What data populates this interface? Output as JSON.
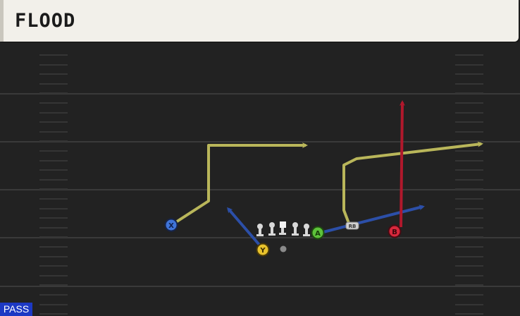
{
  "play": {
    "name": "FLOOD",
    "mode": "PASS"
  },
  "players": {
    "x": {
      "label": "X",
      "color": "#3f74d8"
    },
    "y": {
      "label": "Y",
      "color": "#e8c22c"
    },
    "a": {
      "label": "A",
      "color": "#5dc23a"
    },
    "b": {
      "label": "B",
      "color": "#d8283c"
    },
    "rb": {
      "label": "RB"
    }
  },
  "route_colors": {
    "yellow": "#b9b65a",
    "blue": "#2c4fa8",
    "red": "#b0182c"
  }
}
